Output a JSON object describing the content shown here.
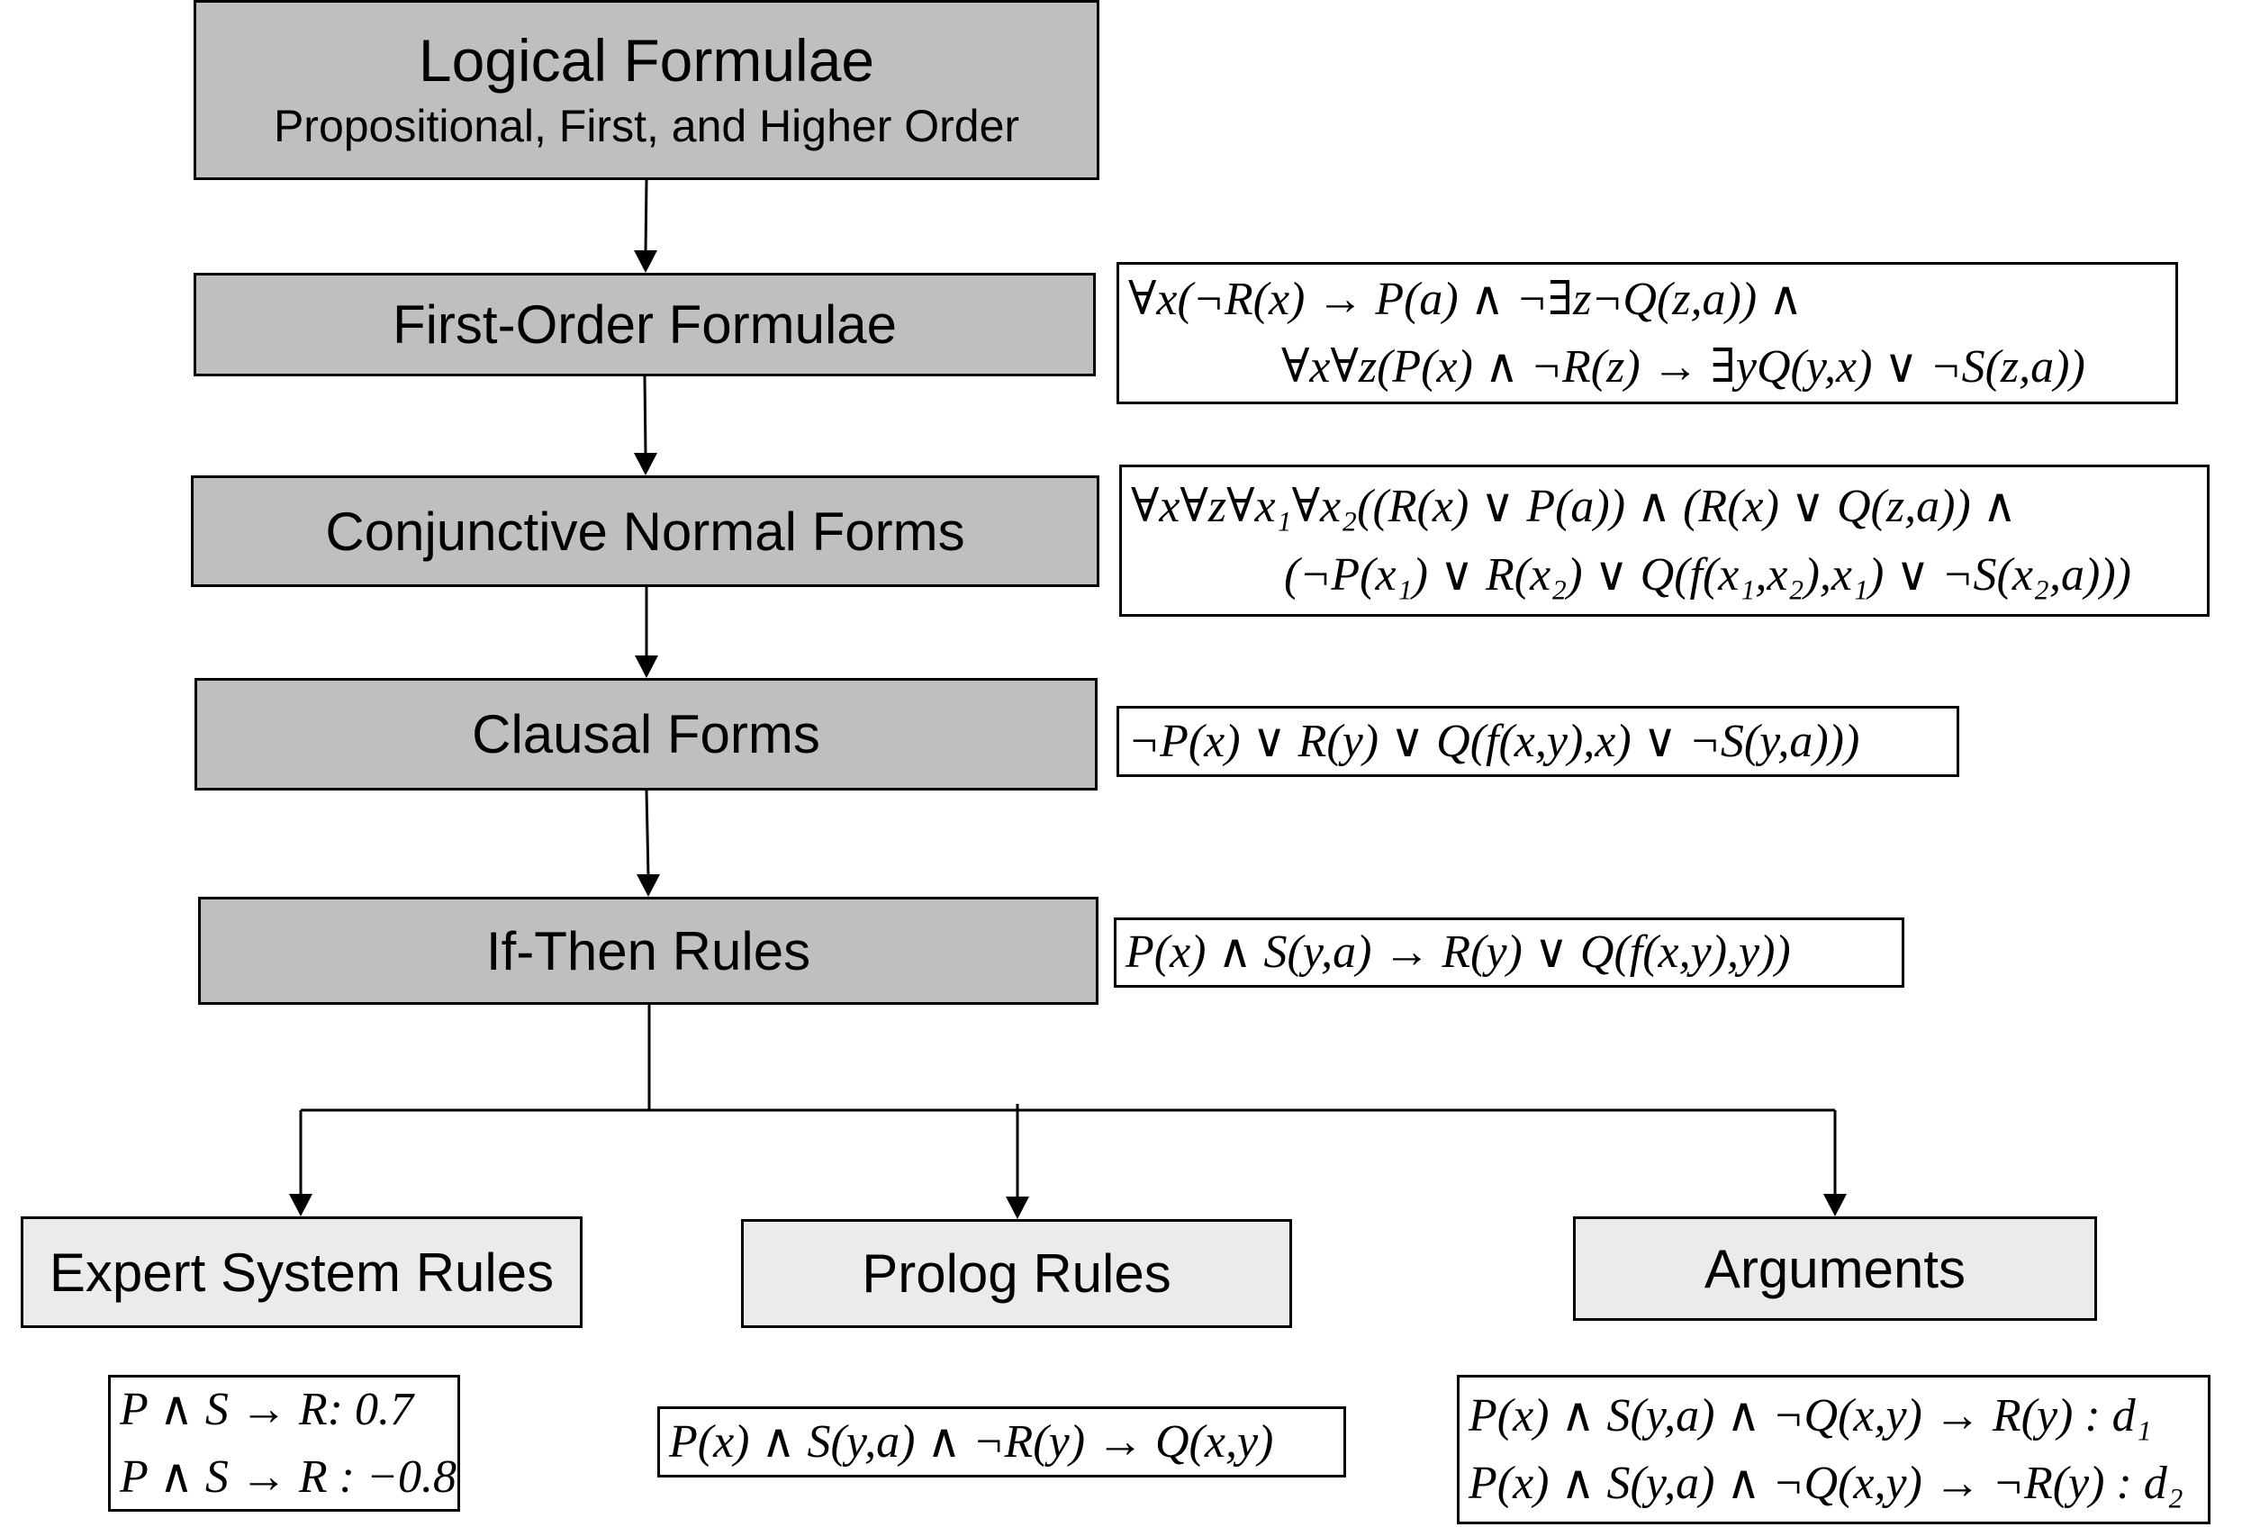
{
  "nodes": {
    "logical_formulae": {
      "title": "Logical Formulae",
      "subtitle": "Propositional, First, and Higher Order"
    },
    "first_order": {
      "label": "First-Order Formulae"
    },
    "cnf": {
      "label": "Conjunctive Normal Forms"
    },
    "clausal": {
      "label": "Clausal Forms"
    },
    "if_then": {
      "label": "If-Then Rules"
    },
    "expert_system": {
      "label": "Expert System Rules"
    },
    "prolog": {
      "label": "Prolog Rules"
    },
    "arguments": {
      "label": "Arguments"
    }
  },
  "formulas": {
    "first_order": {
      "line1": "∀x(¬R(x) → P(a) ∧ ¬∃z¬Q(z,a)) ∧",
      "line2": "∀x∀z(P(x) ∧ ¬R(z) → ∃yQ(y,x) ∨ ¬S(z,a))"
    },
    "cnf": {
      "line1": "∀x∀z∀x₁∀x₂((R(x) ∨ P(a)) ∧ (R(x) ∨ Q(z,a)) ∧",
      "line2": "(¬P(x₁) ∨ R(x₂) ∨ Q(f(x₁,x₂),x₁) ∨ ¬S(x₂,a)))"
    },
    "clausal": {
      "line1": "¬P(x) ∨ R(y) ∨ Q(f(x,y),x) ∨ ¬S(y,a)))"
    },
    "if_then": {
      "line1": "P(x) ∧ S(y,a) → R(y) ∨ Q(f(x,y),y))"
    },
    "expert_system": {
      "line1": "P ∧ S → R: 0.7",
      "line2": "P ∧ S → R : −0.8"
    },
    "prolog": {
      "line1": "P(x) ∧ S(y,a) ∧ ¬R(y) → Q(x,y)"
    },
    "arguments": {
      "line1": "P(x) ∧ S(y,a) ∧ ¬Q(x,y) → R(y) : d₁",
      "line2": "P(x) ∧ S(y,a) ∧ ¬Q(x,y) → ¬R(y) : d₂"
    }
  },
  "colors": {
    "main_box_fill": "#bfbfbf",
    "leaf_box_fill": "#ebebeb",
    "stroke": "#000000"
  }
}
